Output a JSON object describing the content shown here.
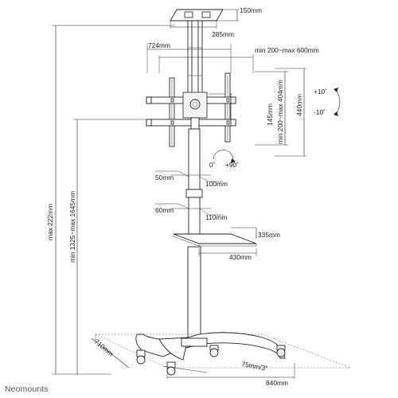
{
  "dimensions": {
    "top_width": "150mm",
    "top_depth": "285mm",
    "arm_width": "724mm",
    "vesa_range_width": "min 200~max 600mm",
    "vesa_range_height": "min 200~max 404mm",
    "bracket_height": "145mm",
    "mount_height": "440mm",
    "tilt_up": "+10˚",
    "tilt_down": "-10˚",
    "rotation_zero": "0˚",
    "rotation_max": "+90˚",
    "upper_pole_depth": "50mm",
    "upper_pole_width": "100mm",
    "lower_pole_depth": "60mm",
    "lower_pole_width": "110mm",
    "shelf_depth": "335mm",
    "shelf_width": "430mm",
    "total_height": "max 222mm",
    "screen_center_height": "min 1325~max 1645mm",
    "base_depth": "710mm",
    "caster_size": "75mm/3\"",
    "base_width": "840mm"
  },
  "brand": {
    "name": "Neomounts"
  },
  "colors": {
    "line": "#222222",
    "text": "#1a1a1a",
    "brand": "#555555"
  }
}
